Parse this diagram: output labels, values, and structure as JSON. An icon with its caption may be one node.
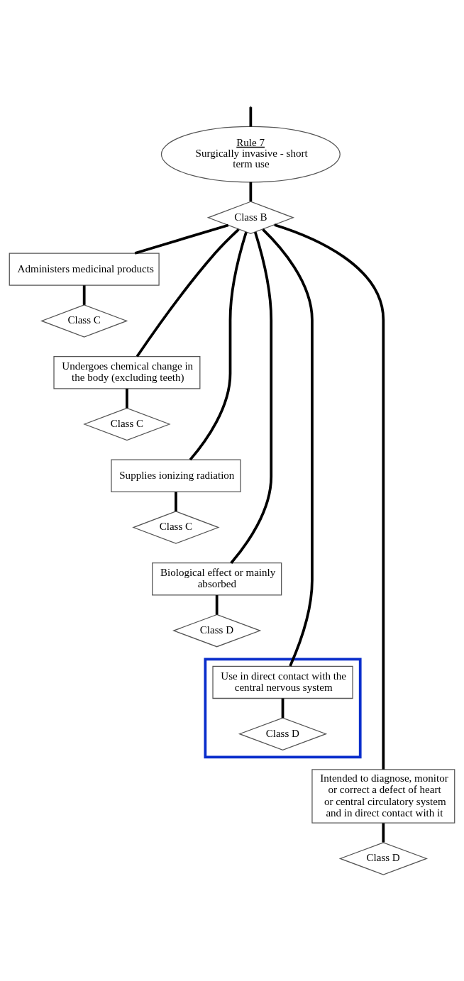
{
  "diagram": {
    "nodes": [
      {
        "text": [
          "Rule 7",
          "Surgically invasive - short term use"
        ]
      },
      {
        "text": [
          "Class B"
        ]
      },
      {
        "text": [
          "Administers medicinal products"
        ]
      },
      {
        "text": [
          "Class C"
        ]
      },
      {
        "text": [
          "Undergoes chemical change in the body (excluding teeth)"
        ]
      },
      {
        "text": [
          "Class C"
        ]
      },
      {
        "text": [
          "Supplies ionizing radiation"
        ]
      },
      {
        "text": [
          "Class C"
        ]
      },
      {
        "text": [
          "Biological effect or mainly absorbed"
        ]
      },
      {
        "text": [
          "Class D"
        ]
      },
      {
        "text": [],
        "shape": "box"
      },
      {
        "text": [
          "Use in direct contact with the central nervous system"
        ],
        "in": 10
      },
      {
        "text": [
          "Class D"
        ],
        "in": 10
      },
      {
        "text": [
          "Intended to diagnose, monitor or correct a defect of heart or central circulatory system and in direct contact with it"
        ]
      },
      {
        "text": [
          "Class D"
        ]
      }
    ],
    "edges": [
      {
        "from": null,
        "to": 0,
        "arrow": "none"
      },
      {
        "from": 0,
        "to": 1,
        "arrow": "none"
      },
      {
        "from": 1,
        "to": 2,
        "arrow": "none"
      },
      {
        "from": 2,
        "to": 3,
        "arrow": "none"
      },
      {
        "from": 1,
        "to": 4,
        "arrow": "none"
      },
      {
        "from": 4,
        "to": 5,
        "arrow": "none"
      },
      {
        "from": 1,
        "to": 6,
        "arrow": "none"
      },
      {
        "from": 6,
        "to": 7,
        "arrow": "none"
      },
      {
        "from": 1,
        "to": 8,
        "arrow": "none"
      },
      {
        "from": 8,
        "to": 9,
        "arrow": "none"
      },
      {
        "from": 1,
        "to": 11,
        "arrow": "none"
      },
      {
        "from": 11,
        "to": 12,
        "arrow": "none"
      },
      {
        "from": 1,
        "to": 13,
        "arrow": "none"
      },
      {
        "from": 13,
        "to": 14,
        "arrow": "none"
      }
    ]
  }
}
